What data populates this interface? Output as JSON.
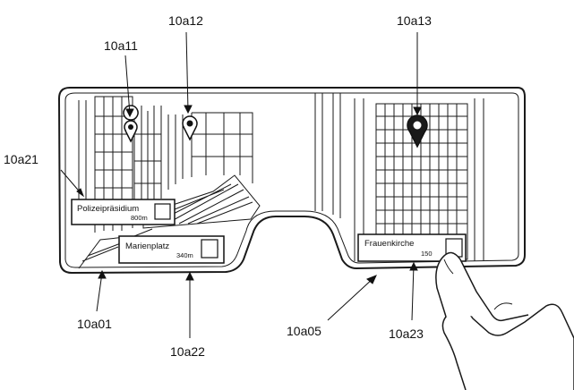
{
  "figure": {
    "reference_labels": {
      "lbl_10a11": "10a11",
      "lbl_10a12": "10a12",
      "lbl_10a13": "10a13",
      "lbl_10a21": "10a21",
      "lbl_10a01": "10a01",
      "lbl_10a22": "10a22",
      "lbl_10a05": "10a05",
      "lbl_10a23": "10a23"
    },
    "cards": [
      {
        "title": "Polizeipräsidium",
        "distance": "800m"
      },
      {
        "title": "Marienplatz",
        "distance": "340m"
      },
      {
        "title": "Frauenkirche",
        "distance": "150"
      }
    ]
  }
}
